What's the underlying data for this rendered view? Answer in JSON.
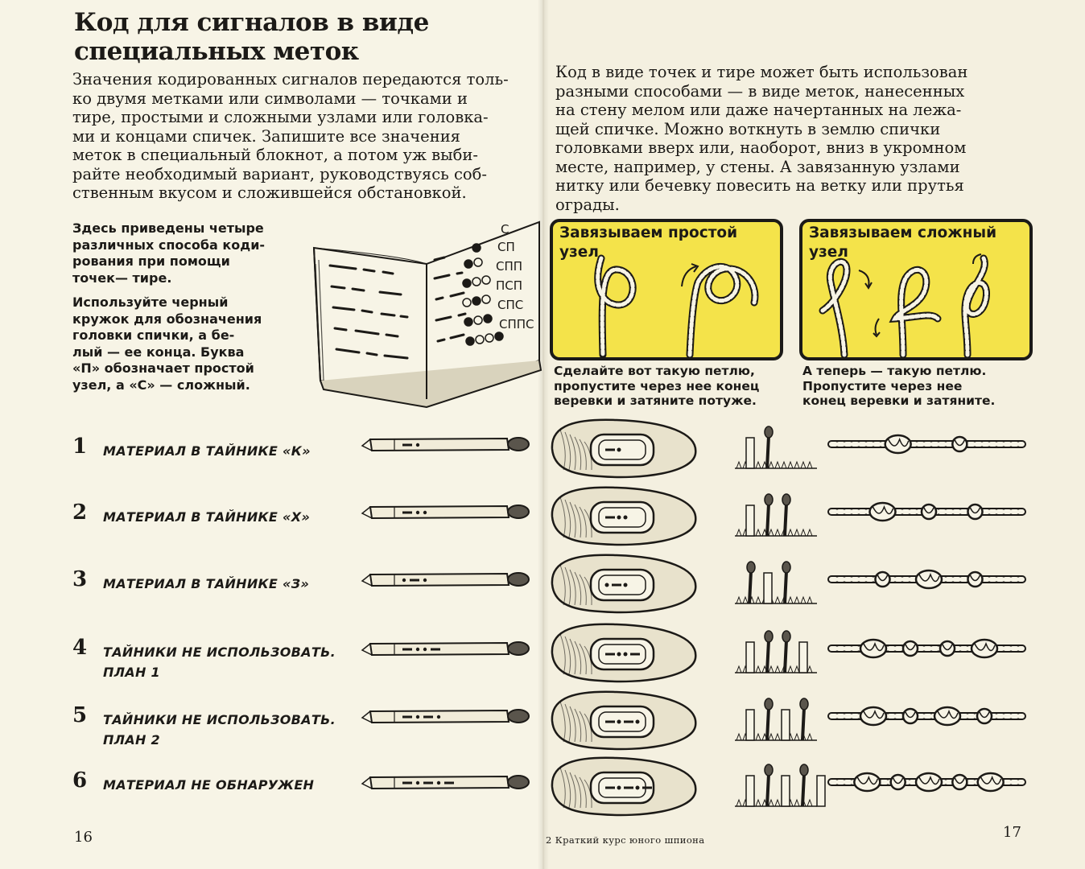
{
  "left_page": {
    "title": [
      "Код для сигналов в виде",
      "специальных меток"
    ],
    "intro_lines": [
      "Значения кодированных сигналов передаются толь-",
      "ко двумя метками или символами — точками и",
      "тире, простыми и сложными узлами или головка-",
      "ми и концами спичек. Запишите все значения",
      "меток в специальный блокнот, а потом уж выби-",
      "райте необходимый вариант, руководствуясь соб-",
      "ственным вкусом и сложившейся обстановкой."
    ],
    "note1_lines": [
      "Здесь приведены четыре",
      "различных способа коди-",
      "рования при помощи",
      "точек— тире."
    ],
    "note2_lines": [
      "Используйте черный",
      "кружок для обозначения",
      "головки спички, а бе-",
      "лый — ее конца. Буква",
      "«П» обозначает простой",
      "узел, а «С» — сложный."
    ],
    "notebook_codes": [
      "С",
      "СП",
      "СПП",
      "ПСП",
      "СПС",
      "СППС"
    ],
    "codes": [
      {
        "num": "1",
        "lines": [
          "МАТЕРИАЛ В ТАЙНИКЕ «К»"
        ]
      },
      {
        "num": "2",
        "lines": [
          "МАТЕРИАЛ В ТАЙНИКЕ «Х»"
        ]
      },
      {
        "num": "3",
        "lines": [
          "МАТЕРИАЛ В ТАЙНИКЕ «З»"
        ]
      },
      {
        "num": "4",
        "lines": [
          "ТАЙНИКИ НЕ ИСПОЛЬЗОВАТЬ.",
          "ПЛАН 1"
        ]
      },
      {
        "num": "5",
        "lines": [
          "ТАЙНИКИ НЕ ИСПОЛЬЗОВАТЬ.",
          "ПЛАН 2"
        ]
      },
      {
        "num": "6",
        "lines": [
          "МАТЕРИАЛ НЕ ОБНАРУЖЕН"
        ]
      }
    ],
    "page_number": "16"
  },
  "right_page": {
    "intro_lines": [
      "Код в виде точек и тире может быть использован",
      "разными способами — в виде меток, нанесенных",
      "на стену мелом или даже начертанных на лежа-",
      "щей спичке. Можно воткнуть в землю спички",
      "головками вверх или, наоборот, вниз в укромном",
      "месте, например, у стены. А завязанную узлами",
      "нитку или бечевку повесить на ветку или прутья",
      "ограды."
    ],
    "panel_simple": {
      "title_lines": [
        "Завязываем простой",
        "узел"
      ],
      "caption_lines": [
        "Сделайте вот такую петлю,",
        "пропустите через нее конец",
        "веревки и затяните потуже."
      ]
    },
    "panel_complex": {
      "title_lines": [
        "Завязываем сложный",
        "узел"
      ],
      "caption_lines": [
        "А теперь — такую петлю.",
        "Пропустите через нее",
        "конец веревки и затяните."
      ]
    },
    "footer_text": "2 Краткий курс юного шпиона",
    "page_number": "17"
  },
  "colors": {
    "panel_yellow": "#f4e34a",
    "ink": "#1c1a17",
    "paper": "#f6f2e3"
  },
  "code_sequences": [
    "SD",
    "SDD",
    "DSD",
    "SDDS",
    "SDSD",
    "SDSDS"
  ]
}
